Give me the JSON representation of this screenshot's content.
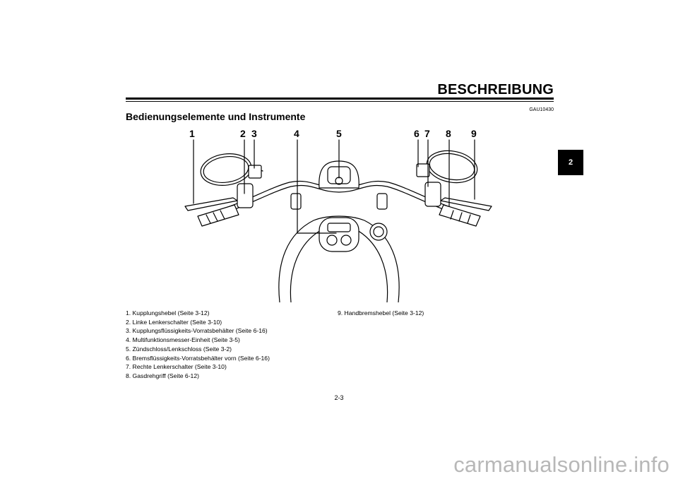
{
  "header": {
    "title": "BESCHREIBUNG",
    "ref_code": "GAU10430"
  },
  "section": {
    "title": "Bedienungselemente und Instrumente"
  },
  "side_tab": "2",
  "figure": {
    "callouts": [
      "1",
      "2",
      "3",
      "4",
      "5",
      "6",
      "7",
      "8",
      "9"
    ]
  },
  "legend": {
    "left": [
      "1. Kupplungshebel (Seite 3-12)",
      "2. Linke Lenkerschalter (Seite 3-10)",
      "3. Kupplungsflüssigkeits-Vorratsbehälter (Seite 6-16)",
      "4. Multifunktionsmesser-Einheit (Seite 3-5)",
      "5. Zündschloss/Lenkschloss (Seite 3-2)",
      "6. Bremsflüssigkeits-Vorratsbehälter vorn (Seite 6-16)",
      "7. Rechte Lenkerschalter (Seite 3-10)",
      "8. Gasdrehgriff (Seite 6-12)"
    ],
    "right": [
      "9. Handbremshebel (Seite 3-12)"
    ]
  },
  "footer": {
    "page_number": "2-3",
    "watermark": "carmanualsonline.info"
  }
}
